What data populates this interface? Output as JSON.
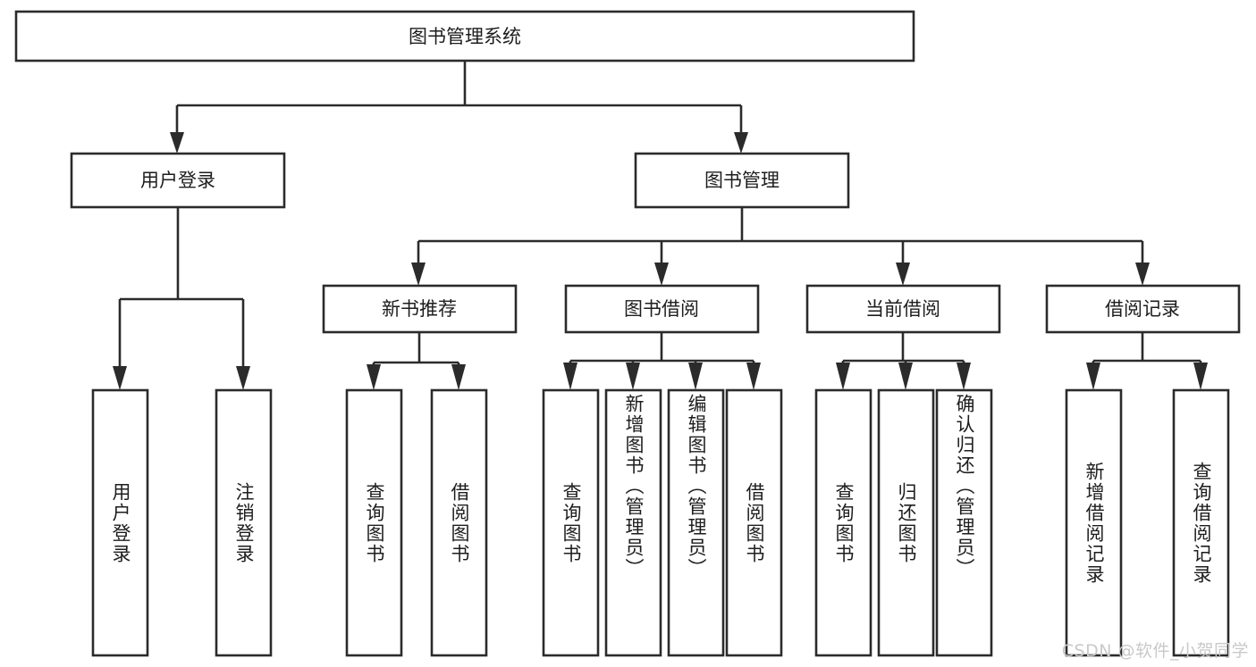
{
  "diagram": {
    "type": "tree",
    "title": "图书管理系统",
    "watermark": "CSDN @软件_小贺同学",
    "levels": {
      "root": {
        "label": "图书管理系统",
        "orientation": "horizontal"
      },
      "level2": [
        {
          "label": "用户登录"
        },
        {
          "label": "图书管理"
        }
      ],
      "level3": [
        {
          "label": "新书推荐"
        },
        {
          "label": "图书借阅"
        },
        {
          "label": "当前借阅"
        },
        {
          "label": "借阅记录"
        }
      ],
      "leaves": [
        {
          "label": "用户登录",
          "parent": "用户登录"
        },
        {
          "label": "注销登录",
          "parent": "用户登录"
        },
        {
          "label": "查询图书",
          "parent": "新书推荐"
        },
        {
          "label": "借阅图书",
          "parent": "新书推荐"
        },
        {
          "label": "查询图书",
          "parent": "图书借阅"
        },
        {
          "label": "新增图书（管理员）",
          "parent": "图书借阅"
        },
        {
          "label": "编辑图书（管理员）",
          "parent": "图书借阅"
        },
        {
          "label": "借阅图书",
          "parent": "图书借阅"
        },
        {
          "label": "查询图书",
          "parent": "当前借阅"
        },
        {
          "label": "归还图书",
          "parent": "当前借阅"
        },
        {
          "label": "确认归还（管理员）",
          "parent": "当前借阅"
        },
        {
          "label": "新增借阅记录",
          "parent": "借阅记录"
        },
        {
          "label": "查询借阅记录",
          "parent": "借阅记录"
        }
      ]
    },
    "colors": {
      "stroke": "#2b2b2b",
      "fill": "#ffffff",
      "text": "#1d1d1d",
      "watermark": "#c9c9c9"
    }
  }
}
